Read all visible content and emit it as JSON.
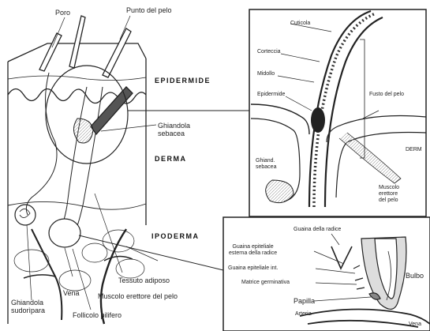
{
  "main_labels": {
    "pore": "Poro",
    "hair_point": "Punto del pelo",
    "epidermis": "EPIDERMIDE",
    "sebaceous_gland": "Ghiandola\nsebacea",
    "dermis": "DERMA",
    "hypodermis": "IPODERMA",
    "adipose_tissue": "Tessuto adiposo",
    "vein": "Vena",
    "arrector_muscle": "Muscolo erettore del pelo",
    "sweat_gland": "Ghiandola\nsudorìpara",
    "hair_follicle": "Follicolo pilifero"
  },
  "inset_top": {
    "cuticle": "Cuticola",
    "cortex": "Corteccia",
    "medulla": "Midollo",
    "epidermis": "Epidermide",
    "hair_point": "Fusto del pelo",
    "sebaceous_gland": "Ghiand.\nsebacea",
    "dermis": "DERM",
    "arrector_muscle": "Muscolo\nerettore\ndel pelo"
  },
  "inset_bottom": {
    "root_sheath": "Guaina della radice",
    "outer_epithelial_sheath": "Guaina epiteliale\nesterna della radice",
    "inner_epithelial_sheath": "Guaina epiteliale int.",
    "germinative_matrix": "Matrice germinativa",
    "bulb": "Bulbo",
    "papilla": "Papilla",
    "artery": "Arteria",
    "vein": "Vena"
  }
}
